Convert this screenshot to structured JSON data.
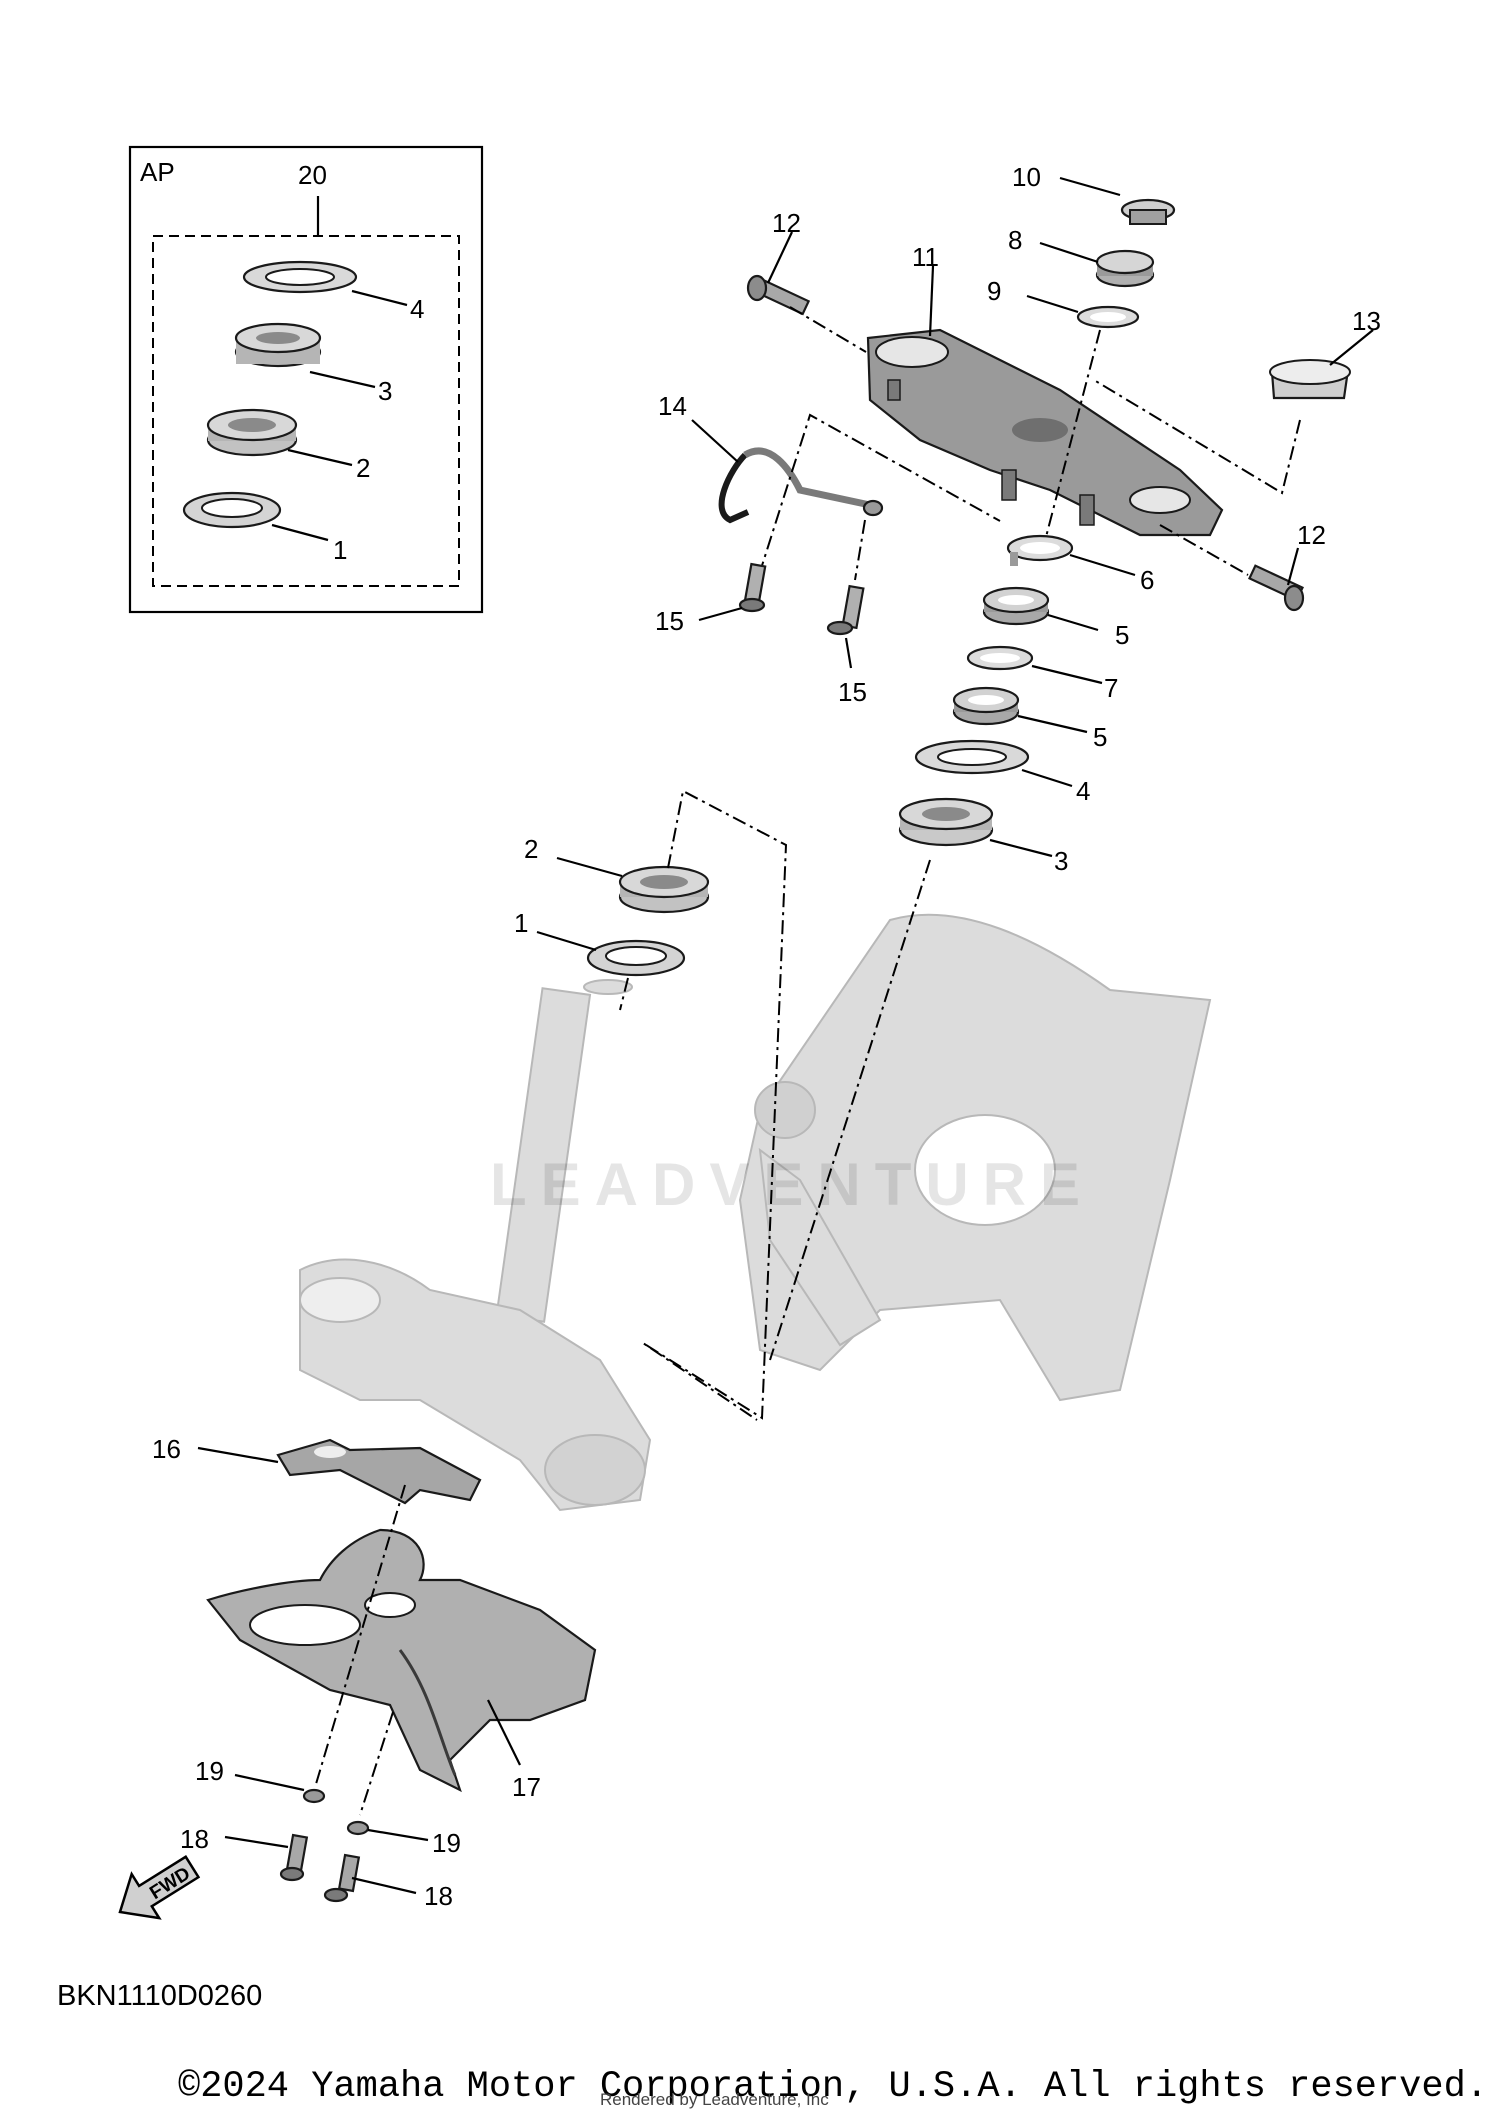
{
  "kit_box": {
    "label": "AP",
    "kit_number": "20"
  },
  "callouts": {
    "kit_4": "4",
    "kit_3": "3",
    "kit_2": "2",
    "kit_1": "1",
    "p10": "10",
    "p8": "8",
    "p9": "9",
    "p11": "11",
    "p12_left": "12",
    "p12_right": "12",
    "p13": "13",
    "p14": "14",
    "p15_left": "15",
    "p15_right": "15",
    "p6": "6",
    "p5_upper": "5",
    "p7": "7",
    "p5_lower": "5",
    "p4": "4",
    "p3": "3",
    "p2": "2",
    "p1": "1",
    "p16": "16",
    "p17": "17",
    "p19_left": "19",
    "p19_right": "19",
    "p18_left": "18",
    "p18_right": "18"
  },
  "fwd_label": "FWD",
  "diagram_code": "BKN1110D0260",
  "copyright": "©2024 Yamaha Motor Corporation, U.S.A. All rights reserved.",
  "render_note": "Rendered by Leadventure, Inc",
  "watermark": "LEADVENTURE",
  "colors": {
    "ink": "#000000",
    "part_fill": "#bdbdbd",
    "ghost_fill": "#dcdcdc"
  }
}
